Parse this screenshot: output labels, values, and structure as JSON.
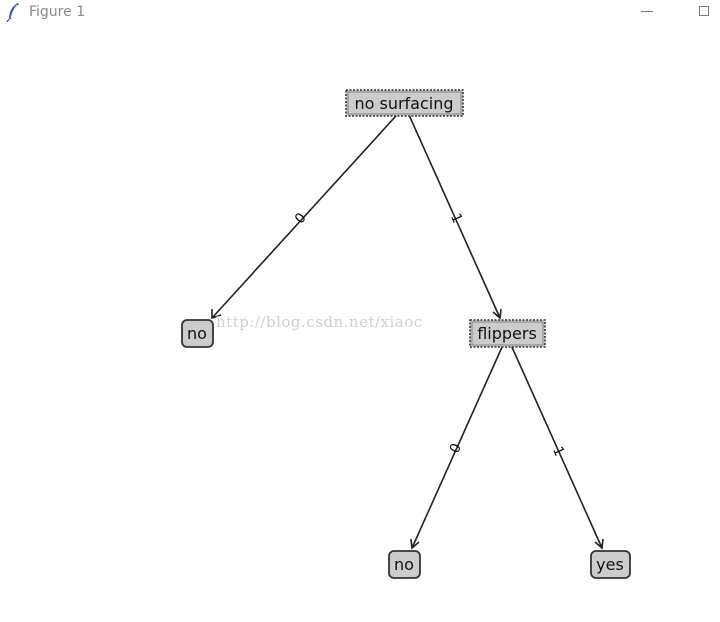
{
  "window": {
    "title": "Figure 1",
    "icon": "feather-icon",
    "controls": [
      "minimize-icon",
      "maximize-icon"
    ]
  },
  "tree": {
    "decision_nodes": [
      {
        "id": "root",
        "label": "no surfacing"
      },
      {
        "id": "flippers",
        "label": "flippers"
      }
    ],
    "leaf_nodes": [
      {
        "id": "leaf-no-1",
        "label": "no"
      },
      {
        "id": "leaf-no-2",
        "label": "no"
      },
      {
        "id": "leaf-yes",
        "label": "yes"
      }
    ],
    "edges": [
      {
        "from": "root",
        "to": "leaf-no-1",
        "label": "0"
      },
      {
        "from": "root",
        "to": "flippers",
        "label": "1"
      },
      {
        "from": "flippers",
        "to": "leaf-no-2",
        "label": "0"
      },
      {
        "from": "flippers",
        "to": "leaf-yes",
        "label": "1"
      }
    ]
  },
  "watermark": "http://blog.csdn.net/xiaoc",
  "colors": {
    "node_fill": "#cccccc",
    "node_border": "#333333",
    "edge": "#222222",
    "title_text": "#8a8a8a"
  }
}
